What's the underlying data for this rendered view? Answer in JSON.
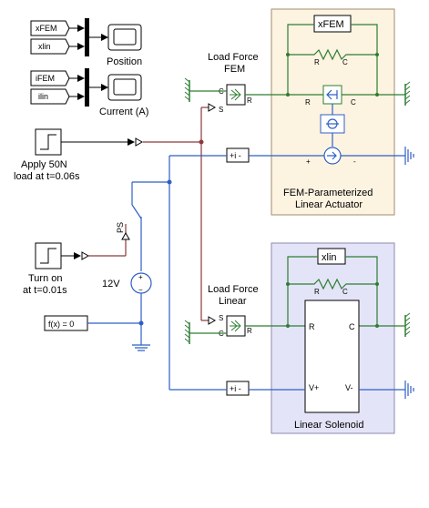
{
  "scopes": {
    "position": {
      "in1": "xFEM",
      "in2": "xlin",
      "label": "Position"
    },
    "current": {
      "in1": "iFEM",
      "in2": "ilin",
      "label": "Current (A)"
    }
  },
  "steps": {
    "apply": {
      "label1": "Apply 50N",
      "label2": "load at t=0.06s"
    },
    "turnon": {
      "label1": "Turn on",
      "label2": "at t=0.01s"
    }
  },
  "voltage": "12V",
  "ps_label": "PS",
  "fx_label": "f(x) = 0",
  "sensors": {
    "fem": "+i -",
    "lin": "+i -"
  },
  "load_force_fem": {
    "line1": "Load Force",
    "line2": "FEM",
    "port_c": "C",
    "port_s": "S",
    "port_r": "R"
  },
  "load_force_lin": {
    "line1": "Load Force",
    "line2": "Linear",
    "port_s": "S",
    "port_c": "C",
    "port_r": "R"
  },
  "fem_panel": {
    "title1": "FEM-Parameterized",
    "title2": "Linear Actuator",
    "goto": "xFEM",
    "port_r": "R",
    "port_c": "C",
    "port_r2": "R",
    "port_c2": "C",
    "plus": "+",
    "minus": "-"
  },
  "lin_panel": {
    "title": "Linear Solenoid",
    "goto": "xlin",
    "port_r": "R",
    "port_c": "C",
    "port_r2": "R",
    "port_c2": "C",
    "port_vp": "V+",
    "port_vm": "V-"
  },
  "colors": {
    "fem_panel_bg": "#fdf3e1",
    "lin_panel_bg": "#e4e4f8",
    "mech_wire": "#2e7d32",
    "elec_wire": "#2f5fc4",
    "ps_wire": "#8b3a3a"
  }
}
